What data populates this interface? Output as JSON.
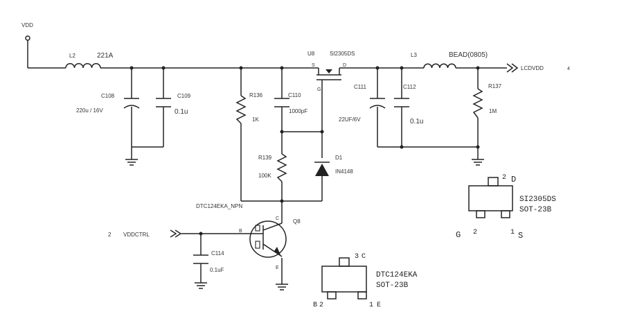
{
  "nets": {
    "vdd": "VDD",
    "lcdvdd": "LCDVDD",
    "vddctrl_pin": "2",
    "vddctrl": "VDDCTRL",
    "lcdvdd_pin": "4"
  },
  "components": {
    "l2": {
      "ref": "L2",
      "value": "221A"
    },
    "c108": {
      "ref": "C108",
      "value": "220u / 16V"
    },
    "c109": {
      "ref": "C109",
      "value": "0.1u"
    },
    "r136": {
      "ref": "R136",
      "value": "1K"
    },
    "c110": {
      "ref": "C110",
      "value": "1000pF"
    },
    "u8": {
      "ref": "U8",
      "value": "SI2305DS",
      "pin_s": "S",
      "pin_d": "D",
      "pin_g": "G"
    },
    "c111": {
      "ref": "C111",
      "value": "22UF/6V"
    },
    "c112": {
      "ref": "C112",
      "value": "0.1u"
    },
    "l3": {
      "ref": "L3",
      "value": "BEAD(0805)"
    },
    "r137": {
      "ref": "R137",
      "value": "1M"
    },
    "r139": {
      "ref": "R139",
      "value": "100K"
    },
    "d1": {
      "ref": "D1",
      "value": "IN4148"
    },
    "q8": {
      "ref": "Q8",
      "value": "DTC124EKA_NPN",
      "pin_b": "B",
      "pin_c": "C",
      "pin_e": "E"
    },
    "c114": {
      "ref": "C114",
      "value": "0.1uF"
    }
  },
  "packages": {
    "si2305": {
      "name": "SI2305DS",
      "package": "SOT-23B",
      "top_pin": "2",
      "top_label": "D",
      "left_letter": "G",
      "left_pin": "2",
      "right_pin": "1",
      "right_letter": "S"
    },
    "dtc124": {
      "name": "DTC124EKA",
      "package": "SOT-23B",
      "top_pin": "3",
      "top_label": "C",
      "left_label": "B",
      "left_pin": "2",
      "right_pin": "1",
      "right_label": "E"
    }
  }
}
